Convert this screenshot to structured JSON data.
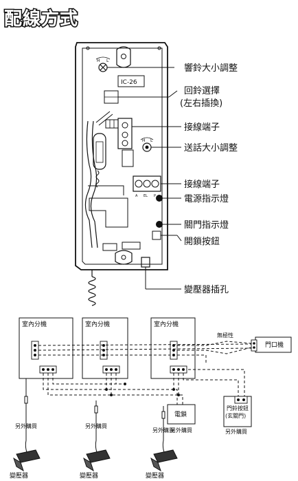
{
  "title": "配線方式",
  "device": {
    "model_label": "IC-26",
    "knob_marks": {
      "high": "H",
      "low": "L"
    },
    "terminal_marks": [
      "A",
      "EL",
      "P"
    ],
    "callouts": [
      "響鈴大小調整",
      "回鈴選擇",
      "(左右插換)",
      "接線端子",
      "送話大小調整",
      "接線端子",
      "電源指示燈",
      "關門指示燈",
      "開鎖按鈕",
      "變壓器插孔"
    ]
  },
  "wiring": {
    "indoor_units": [
      "室內分機",
      "室內分機",
      "室內分機"
    ],
    "door_unit": "門口機",
    "no_polarity": "無極性",
    "lock": "電鎖",
    "bell_button": [
      "門鈴按鈕",
      "(玄關門)"
    ],
    "sold_separately": [
      "另外購買",
      "另外購買",
      "另外購買",
      "另外購買",
      "另外購買"
    ],
    "transformers": [
      "變壓器",
      "變壓器",
      "變壓器"
    ]
  }
}
